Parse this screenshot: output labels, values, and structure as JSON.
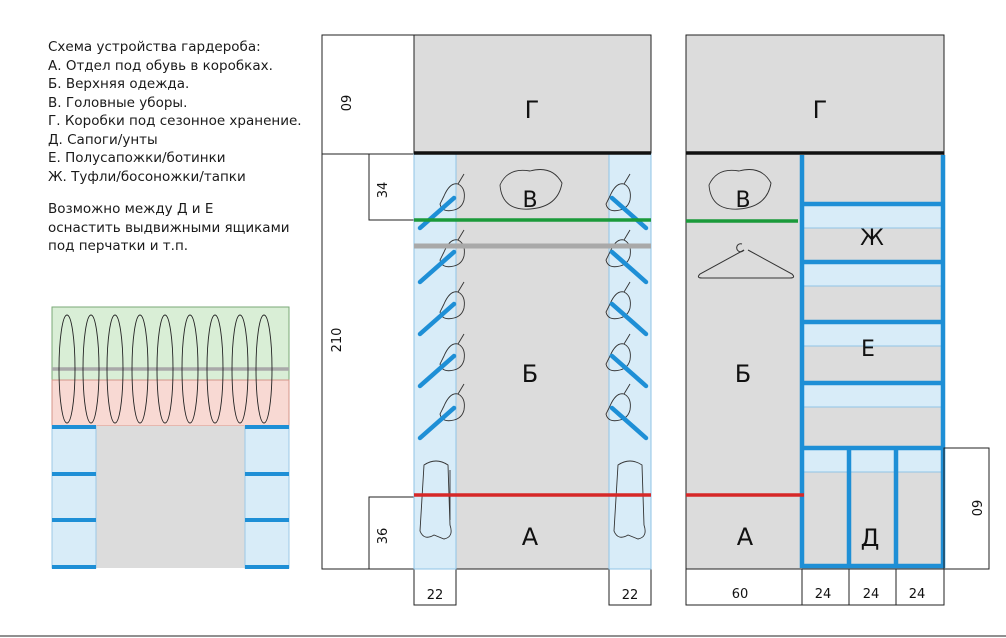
{
  "legend": {
    "title": "Схема устройства гардероба:",
    "items": [
      "А. Отдел под обувь в коробках.",
      "Б. Верхняя одежда.",
      "В. Головные уборы.",
      "Г. Коробки под сезонное хранение.",
      "Д. Сапоги/унты",
      "Е. Полусапожки/ботинки",
      "Ж. Туфли/босоножки/тапки"
    ],
    "note": [
      "Возможно между Д и Е",
      "оснастить выдвижными ящиками",
      "под перчатки и т.п."
    ]
  },
  "zones": {
    "g": "Г",
    "b": "Б",
    "v": "В",
    "a": "А",
    "zh": "Ж",
    "e": "Е",
    "d": "Д"
  },
  "dimensions": {
    "top_height": "60",
    "main_height": "210",
    "hat_shelf": "34",
    "shoe_section": "36",
    "side_left": "22",
    "side_right": "22",
    "right_left_width": "60",
    "col1": "24",
    "col2": "24",
    "col3": "24",
    "drawer_height": "60"
  },
  "colors": {
    "frame": "#1a1a1a",
    "cabinet_fill": "#dcdcdc",
    "shelf_blue": "#1e8fd6",
    "light_blue": "#d8ecf8",
    "rod_green": "#1a9a3a",
    "rod_grey": "#a9a9a9",
    "rod_red": "#d62828",
    "plan_green": "#d9eed6",
    "plan_pink": "#f8d9d3"
  }
}
